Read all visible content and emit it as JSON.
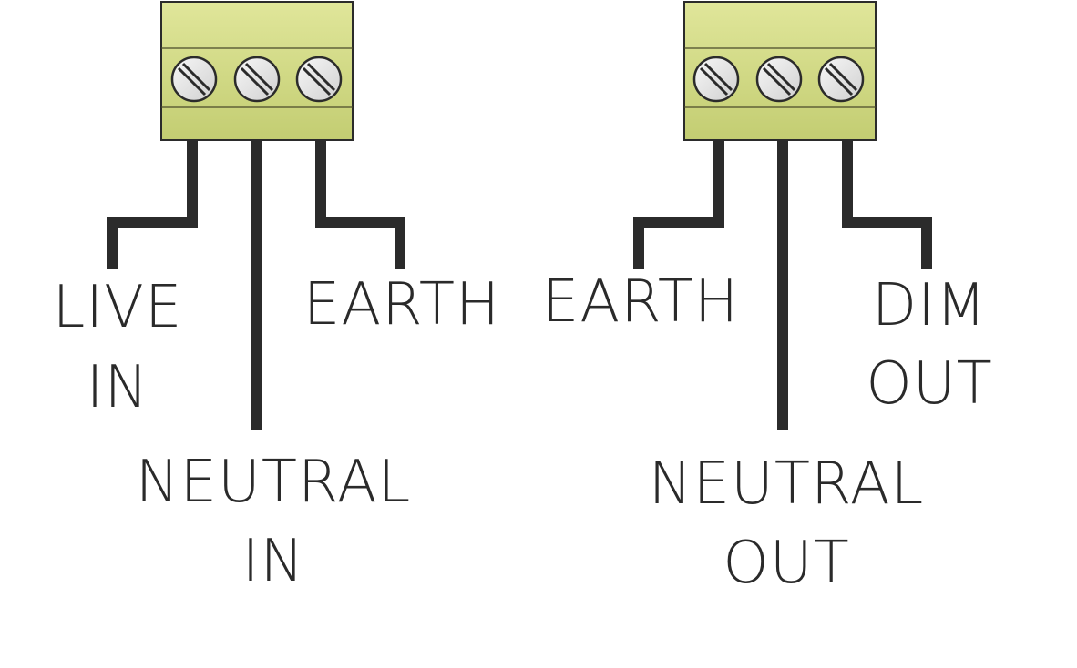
{
  "left_block": {
    "labels": {
      "live_line1": "LIVE",
      "live_line2": "IN",
      "earth": "EARTH",
      "neutral_line1": "NEUTRAL",
      "neutral_line2": "IN"
    }
  },
  "right_block": {
    "labels": {
      "earth": "EARTH",
      "dim_line1": "DIM",
      "dim_line2": "OUT",
      "neutral_line1": "NEUTRAL",
      "neutral_line2": "OUT"
    }
  },
  "colors": {
    "block_fill": "#c9d27a",
    "block_light": "#dfe496",
    "wire": "#2b2b2b",
    "screw": "#ececec"
  }
}
